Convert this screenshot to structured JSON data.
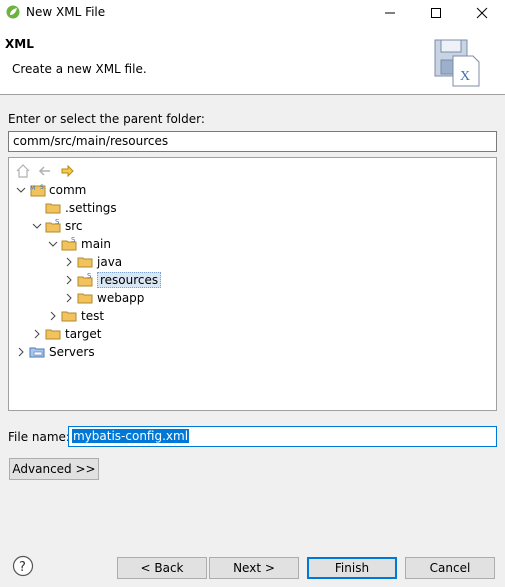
{
  "window": {
    "title": "New XML File"
  },
  "banner": {
    "heading": "XML",
    "description": "Create a new XML file."
  },
  "parent": {
    "label": "Enter or select the parent folder:",
    "path": "comm/src/main/resources"
  },
  "tree": {
    "nodes": [
      {
        "label": "comm",
        "expanded": true
      },
      {
        "label": ".settings"
      },
      {
        "label": "src",
        "expanded": true
      },
      {
        "label": "main",
        "expanded": true
      },
      {
        "label": "java"
      },
      {
        "label": "resources",
        "selected": true
      },
      {
        "label": "webapp"
      },
      {
        "label": "test"
      },
      {
        "label": "target"
      },
      {
        "label": "Servers"
      }
    ]
  },
  "file": {
    "label": "File name:",
    "value": "mybatis-config.xml"
  },
  "buttons": {
    "advanced": "Advanced >>",
    "back": "< Back",
    "next": "Next >",
    "finish": "Finish",
    "cancel": "Cancel"
  },
  "colors": {
    "accent": "#0078d7",
    "folder": "#f2c25c"
  }
}
